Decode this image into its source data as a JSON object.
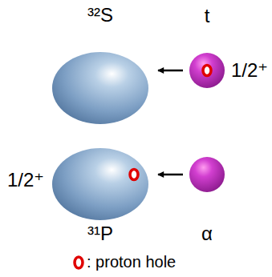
{
  "diagram": {
    "nodes": [
      {
        "text": [
          "³²S"
        ]
      },
      {
        "text": [
          "t",
          "1/2⁺"
        ]
      },
      {
        "text": [
          "1/2⁺",
          "³¹P"
        ]
      },
      {
        "text": [
          "α"
        ]
      }
    ],
    "edges": [
      {
        "from": 1,
        "to": 0,
        "arrow": "to"
      },
      {
        "from": 3,
        "to": 2,
        "arrow": "to"
      }
    ],
    "legend": [
      {
        "text": ": proton hole"
      }
    ]
  }
}
